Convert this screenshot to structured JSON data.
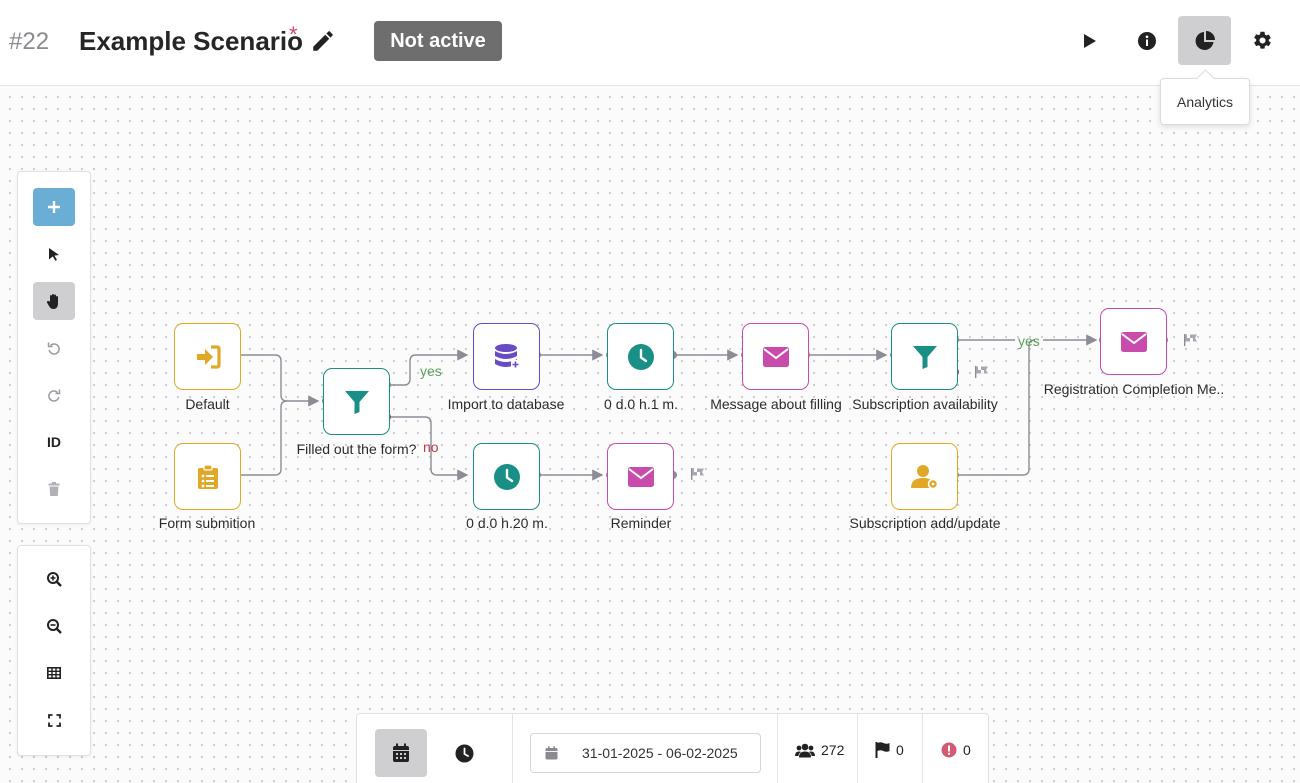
{
  "header": {
    "scenario_id": "#22",
    "title": "Example Scenario",
    "unsaved_mark": "*",
    "status": "Not active",
    "tooltip": "Analytics"
  },
  "icons": {
    "edit": "pencil-icon",
    "run": "play-icon",
    "info": "info-icon",
    "analytics": "pie-chart-icon",
    "settings": "gear-icon"
  },
  "toolbar": {
    "id_label": "ID"
  },
  "nodes": {
    "default": "Default",
    "form_submition": "Form submition",
    "filled_out": "Filled out the form?",
    "import_db": "Import to database",
    "delay_1": "0 d.0 h.1 m.",
    "delay_20": "0 d.0 h.20 m.",
    "message_filling": "Message about filling",
    "reminder": "Reminder",
    "sub_availability": "Subscription availability",
    "sub_add_update": "Subscription add/update",
    "registration": "Registration Completion Me.."
  },
  "edges": {
    "yes_1": "yes",
    "no_1": "no",
    "yes_2": "yes"
  },
  "colors": {
    "trigger": "#e0a826",
    "filter": "#1a8f86",
    "database": "#6a4bc4",
    "delay": "#1a8f86",
    "message": "#c94bab",
    "subscriber": "#e0a826",
    "yes": "#5aa05a",
    "no": "#c0394b"
  },
  "bottom_bar": {
    "date_range": "31-01-2025 - 06-02-2025",
    "contacts_count": "272",
    "finished_count": "0",
    "errors_count": "0"
  }
}
